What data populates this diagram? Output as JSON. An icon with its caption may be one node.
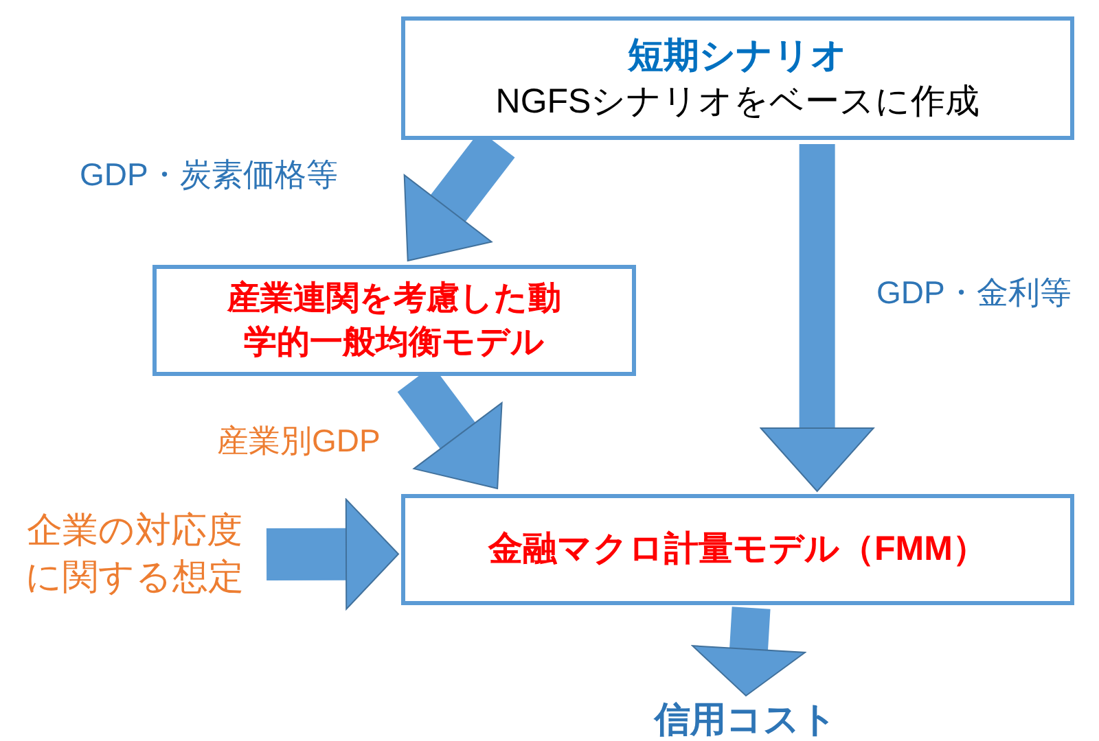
{
  "diagram": {
    "nodes": [
      {
        "text": [
          "短期シナリオ",
          "NGFSシナリオをベースに作成"
        ]
      },
      {
        "text": [
          "産業連関を考慮した動学的一般均衡モデル"
        ]
      },
      {
        "text": [
          "金融マクロ計量モデル（FMM）"
        ]
      },
      {
        "text": [
          "企業の対応度に関する想定"
        ]
      },
      {
        "text": [
          "信用コスト"
        ]
      }
    ],
    "edges": [
      {
        "from": 0,
        "to": 1,
        "arrow": "to",
        "label": "GDP・炭素価格等"
      },
      {
        "from": 0,
        "to": 2,
        "arrow": "to",
        "label": "GDP・金利等"
      },
      {
        "from": 1,
        "to": 2,
        "arrow": "to",
        "label": "産業別GDP"
      },
      {
        "from": 3,
        "to": 2,
        "arrow": "to"
      },
      {
        "from": 2,
        "to": 4,
        "arrow": "to"
      }
    ]
  }
}
